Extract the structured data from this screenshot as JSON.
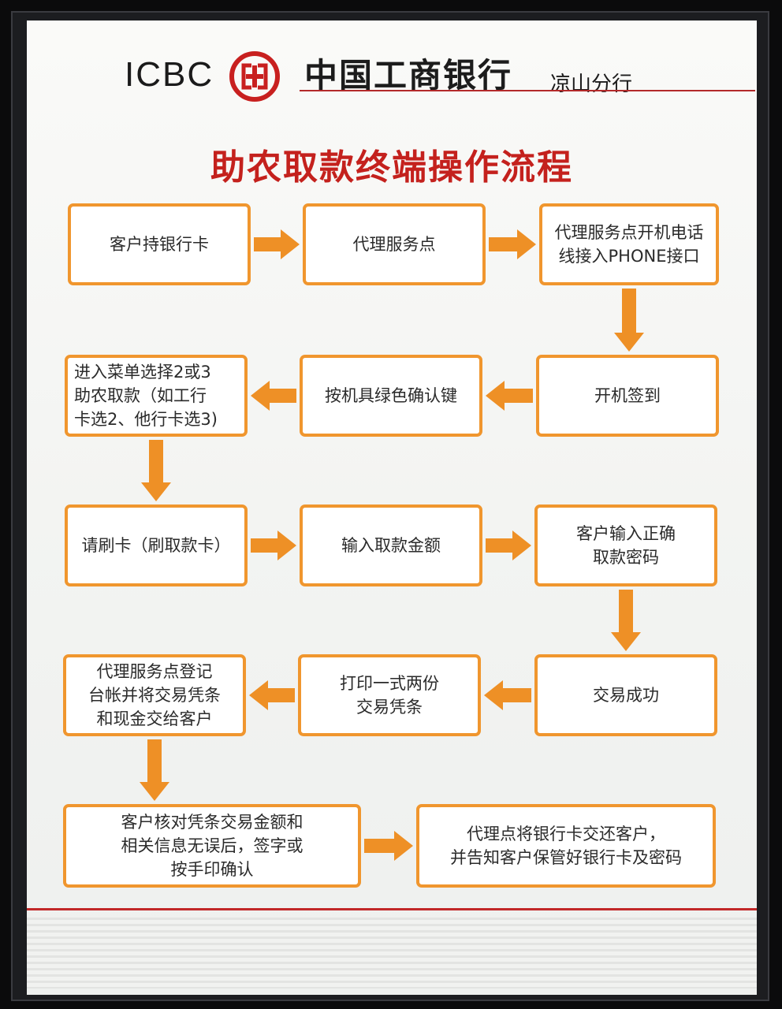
{
  "header": {
    "logo_text": "ICBC",
    "seal_label": "工",
    "bank_name": "中国工商银行",
    "branch": "凉山分行"
  },
  "title": "助农取款终端操作流程",
  "colors": {
    "accent_orange": "#f0962e",
    "arrow_orange": "#ee9026",
    "title_red": "#c4211d"
  },
  "steps": [
    {
      "id": "s1",
      "text": "客户持银行卡"
    },
    {
      "id": "s2",
      "text": "代理服务点"
    },
    {
      "id": "s3",
      "text": "代理服务点开机电话\n线接入PHONE接口"
    },
    {
      "id": "s4",
      "text": "开机签到"
    },
    {
      "id": "s5",
      "text": "按机具绿色确认键"
    },
    {
      "id": "s6",
      "text": "进入菜单选择2或3\n助农取款（如工行\n卡选2、他行卡选3)"
    },
    {
      "id": "s7",
      "text": "请刷卡（刷取款卡）"
    },
    {
      "id": "s8",
      "text": "输入取款金额"
    },
    {
      "id": "s9",
      "text": "客户输入正确\n取款密码"
    },
    {
      "id": "s10",
      "text": "交易成功"
    },
    {
      "id": "s11",
      "text": "打印一式两份\n交易凭条"
    },
    {
      "id": "s12",
      "text": "代理服务点登记\n台帐并将交易凭条\n和现金交给客户"
    },
    {
      "id": "s13",
      "text": "客户核对凭条交易金额和\n相关信息无误后，签字或\n按手印确认"
    },
    {
      "id": "s14",
      "text": "代理点将银行卡交还客户，\n并告知客户保管好银行卡及密码"
    }
  ],
  "arrows": [
    {
      "from": "s1",
      "to": "s2",
      "dir": "right"
    },
    {
      "from": "s2",
      "to": "s3",
      "dir": "right"
    },
    {
      "from": "s3",
      "to": "s4",
      "dir": "down"
    },
    {
      "from": "s4",
      "to": "s5",
      "dir": "left"
    },
    {
      "from": "s5",
      "to": "s6",
      "dir": "left"
    },
    {
      "from": "s6",
      "to": "s7",
      "dir": "down"
    },
    {
      "from": "s7",
      "to": "s8",
      "dir": "right"
    },
    {
      "from": "s8",
      "to": "s9",
      "dir": "right"
    },
    {
      "from": "s9",
      "to": "s10",
      "dir": "down"
    },
    {
      "from": "s10",
      "to": "s11",
      "dir": "left"
    },
    {
      "from": "s11",
      "to": "s12",
      "dir": "left"
    },
    {
      "from": "s12",
      "to": "s13",
      "dir": "down"
    },
    {
      "from": "s13",
      "to": "s14",
      "dir": "right"
    }
  ]
}
